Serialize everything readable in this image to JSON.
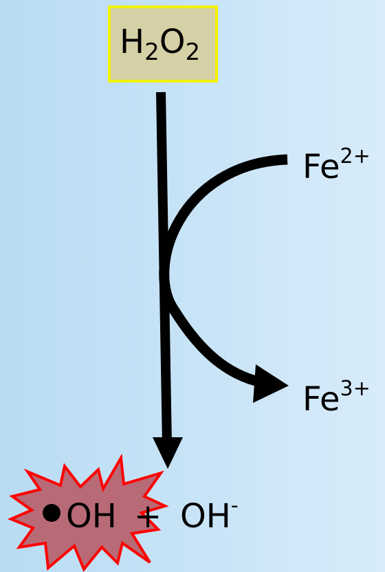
{
  "reactant": {
    "main": "H",
    "sub1": "2",
    "mid": "O",
    "sub2": "2"
  },
  "iron_in": {
    "symbol": "Fe",
    "charge": "2+"
  },
  "iron_out": {
    "symbol": "Fe",
    "charge": "3+"
  },
  "products": {
    "radical": "OH",
    "plus": "+ ",
    "anion": "OH",
    "anion_charge": "-"
  },
  "colors": {
    "reactant_fill": "#d6d0a6",
    "reactant_border": "#f2f200",
    "burst_fill": "#b86a76",
    "burst_stroke": "#ff0000",
    "arrow": "#000000"
  },
  "icons": {
    "radical_marker": "radical-dot-icon",
    "highlight": "starburst-icon"
  }
}
